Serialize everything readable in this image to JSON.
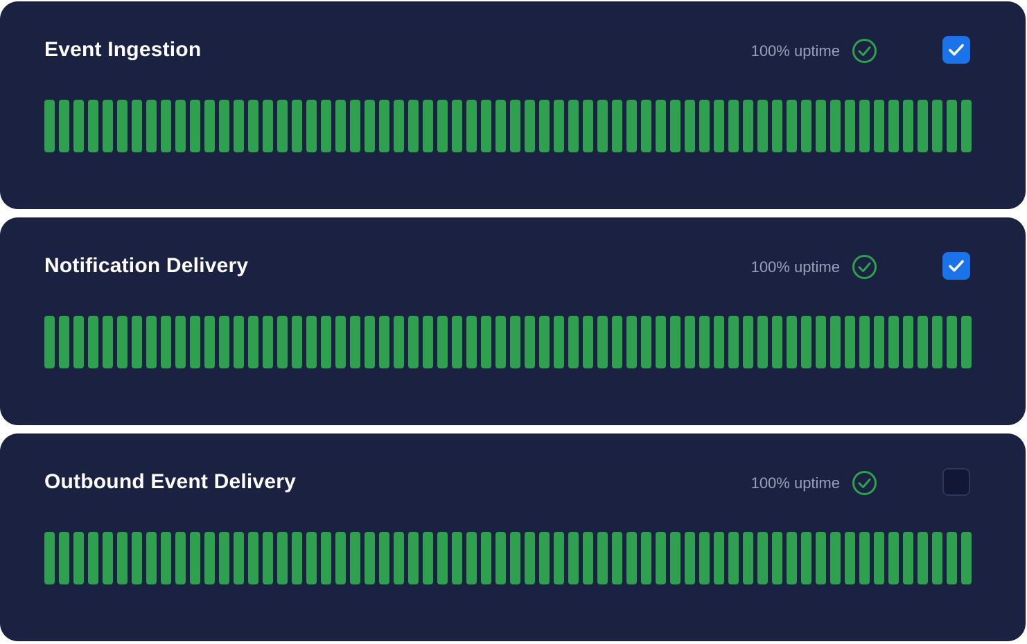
{
  "colors": {
    "card_background": "#1b2140",
    "bar_up": "#2ea04f",
    "checkbox_checked": "#1a73e8",
    "status_ok": "#2ea04f"
  },
  "services": [
    {
      "title": "Event Ingestion",
      "uptime_text": "100% uptime",
      "status_icon": "check-circle-icon",
      "checked": true,
      "bars": {
        "count": 64,
        "up": 64
      }
    },
    {
      "title": "Notification Delivery",
      "uptime_text": "100% uptime",
      "status_icon": "check-circle-icon",
      "checked": true,
      "bars": {
        "count": 64,
        "up": 64
      }
    },
    {
      "title": "Outbound Event Delivery",
      "uptime_text": "100% uptime",
      "status_icon": "check-circle-icon",
      "checked": false,
      "bars": {
        "count": 64,
        "up": 64
      }
    }
  ]
}
